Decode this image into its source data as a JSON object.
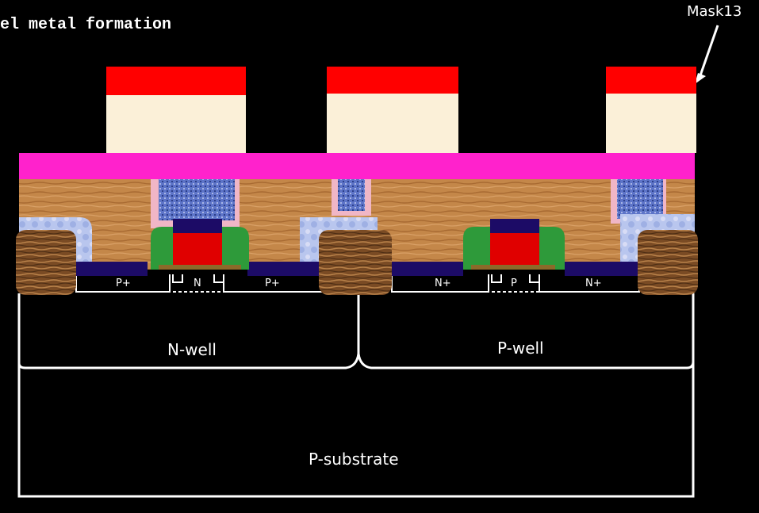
{
  "title": "el metal formation",
  "mask_label": "Mask13",
  "regions": {
    "n_well": "N-well",
    "p_well": "P-well",
    "p_substrate": "P-substrate"
  },
  "diffusions": {
    "pmos_left": "P+",
    "pmos_channel": "N",
    "pmos_right": "P+",
    "nmos_left": "N+",
    "nmos_channel": "P",
    "nmos_right": "N+"
  },
  "colors": {
    "background": "#000000",
    "photoresist_mask": "#ff0000",
    "metal_layer": "#fbf0d8",
    "passivation": "#ff22cc",
    "dielectric": "#c9884e",
    "field_oxide": "#8a5a2e",
    "via_plug": "#5d74c8",
    "silicide": "#1c0b66",
    "spacer": "#2e9a3a",
    "gate_poly": "#e00000",
    "outline": "#ffffff"
  }
}
